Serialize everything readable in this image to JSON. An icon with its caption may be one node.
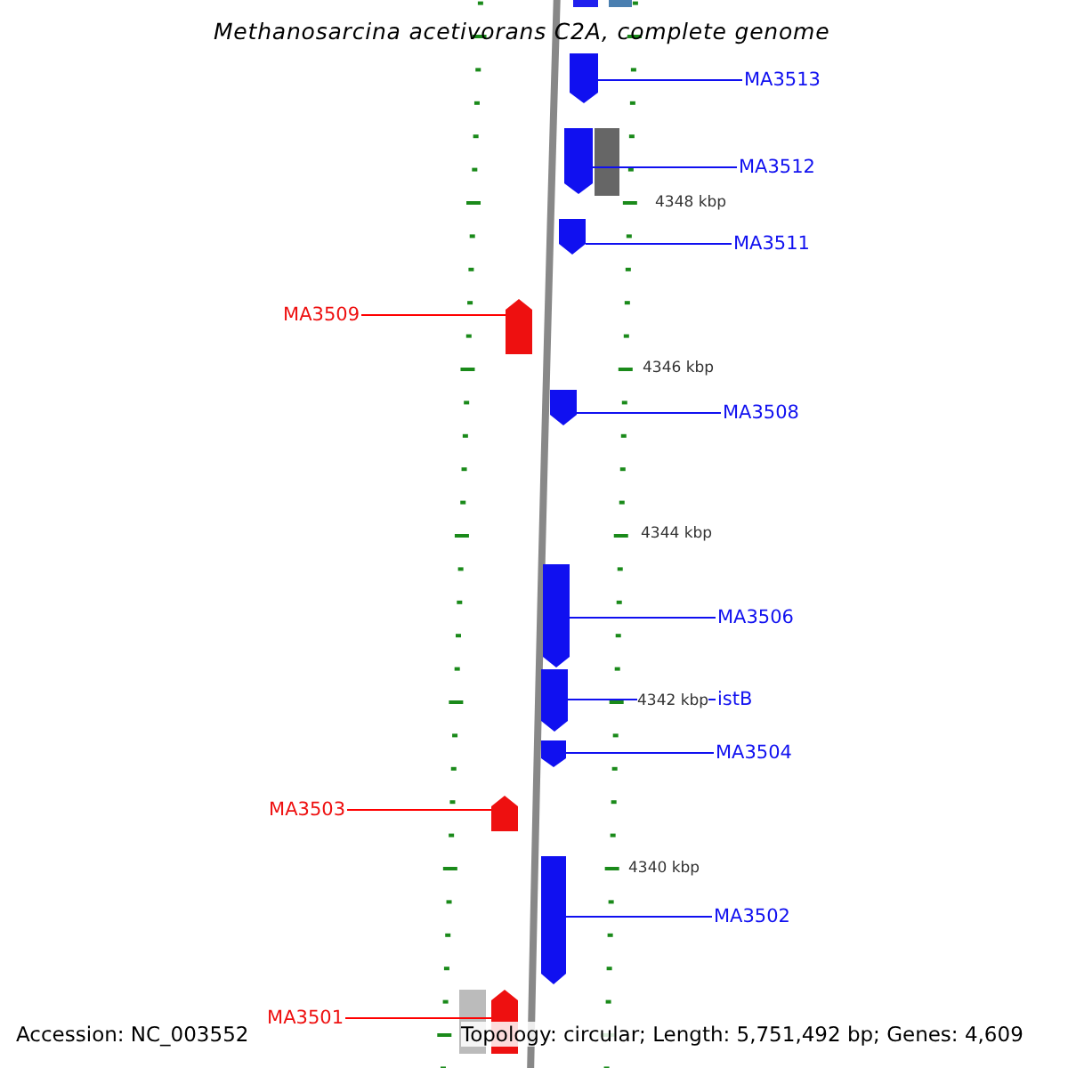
{
  "diagram": {
    "title": "Methanosarcina acetivorans C2A, complete genome",
    "nodes": [
      {
        "text": [
          "MA3513"
        ]
      },
      {
        "text": [],
        "shape": "arrow"
      },
      {
        "text": [
          "MA3512"
        ]
      },
      {
        "text": [],
        "shape": "arrow"
      },
      {
        "text": [
          "MA3511"
        ]
      },
      {
        "text": [],
        "shape": "arrow"
      },
      {
        "text": [
          "MA3509"
        ]
      },
      {
        "text": [],
        "shape": "arrow"
      },
      {
        "text": [
          "MA3508"
        ]
      },
      {
        "text": [],
        "shape": "arrow"
      },
      {
        "text": [
          "MA3506"
        ]
      },
      {
        "text": [],
        "shape": "arrow"
      },
      {
        "text": [
          "istB"
        ]
      },
      {
        "text": [],
        "shape": "arrow"
      },
      {
        "text": [
          "MA3504"
        ]
      },
      {
        "text": [],
        "shape": "arrow"
      },
      {
        "text": [
          "MA3503"
        ]
      },
      {
        "text": [],
        "shape": "arrow"
      },
      {
        "text": [
          "MA3502"
        ]
      },
      {
        "text": [],
        "shape": "arrow"
      },
      {
        "text": [
          "MA3501"
        ]
      },
      {
        "text": [],
        "shape": "arrow"
      }
    ],
    "edges": [
      {
        "from": 0,
        "to": 1,
        "arrow": "none"
      },
      {
        "from": 2,
        "to": 3,
        "arrow": "none"
      },
      {
        "from": 4,
        "to": 5,
        "arrow": "none"
      },
      {
        "from": 6,
        "to": 7,
        "arrow": "none",
        "color": "#ff0000"
      },
      {
        "from": 8,
        "to": 9,
        "arrow": "none"
      },
      {
        "from": 10,
        "to": 11,
        "arrow": "none"
      },
      {
        "from": 12,
        "to": 13,
        "arrow": "none"
      },
      {
        "from": 14,
        "to": 15,
        "arrow": "none"
      },
      {
        "from": 16,
        "to": 17,
        "arrow": "none",
        "color": "#ff0000"
      },
      {
        "from": 18,
        "to": 19,
        "arrow": "none"
      },
      {
        "from": 20,
        "to": 21,
        "arrow": "none",
        "color": "#ff0000"
      }
    ],
    "labels": [
      "4348 kbp",
      "4346 kbp",
      "4344 kbp",
      "4342 kbp",
      "4340 kbp",
      "Accession: NC_003552",
      "Topology: circular; Length: 5,751,492 bp; Genes: 4,609"
    ]
  }
}
